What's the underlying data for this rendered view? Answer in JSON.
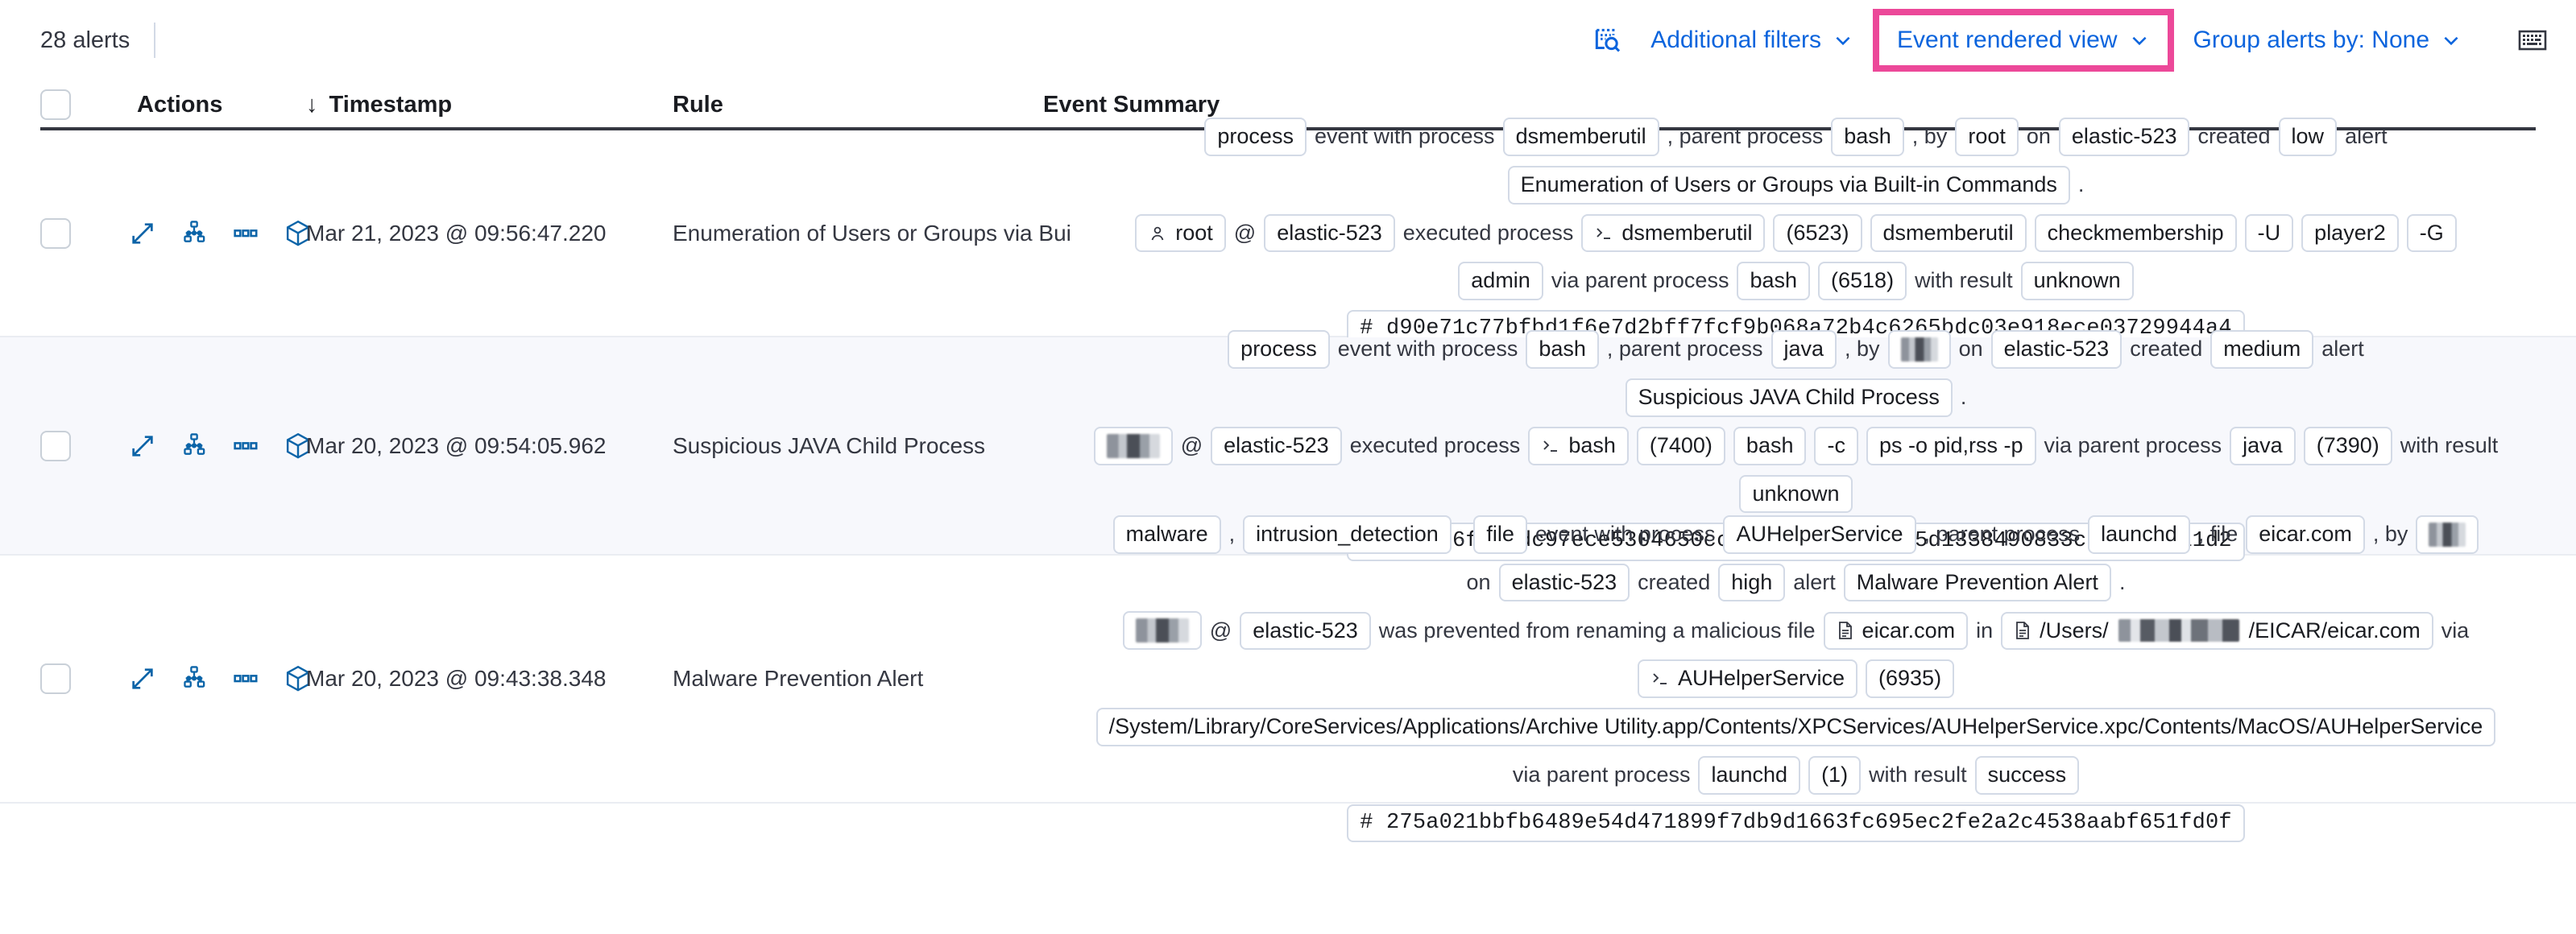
{
  "toolbar": {
    "alerts_count": "28 alerts",
    "additional_filters": "Additional filters",
    "event_rendered_view": "Event rendered view",
    "group_alerts_by": "Group alerts by: None",
    "highlight_color": "#ec4899",
    "link_color": "#0b64dd",
    "icons": {
      "filters": "filter-search-icon",
      "keyboard": "keyboard-shortcuts-icon",
      "chevron": "chevron-down-icon"
    }
  },
  "table": {
    "headers": {
      "actions": "Actions",
      "timestamp": "Timestamp",
      "rule": "Rule",
      "event_summary": "Event Summary",
      "sort_indicator": "↓"
    },
    "rows": [
      {
        "timestamp": "Mar 21, 2023 @ 09:56:47.220",
        "rule": "Enumeration of Users or Groups via Bui",
        "summary": [
          [
            {
              "t": "chip",
              "v": "process"
            },
            {
              "t": "txt",
              "v": "event with process"
            },
            {
              "t": "chip",
              "v": "dsmemberutil"
            },
            {
              "t": "txt",
              "v": ", parent process"
            },
            {
              "t": "chip",
              "v": "bash"
            },
            {
              "t": "txt",
              "v": ", by"
            },
            {
              "t": "chip",
              "v": "root"
            },
            {
              "t": "txt",
              "v": "on"
            },
            {
              "t": "chip",
              "v": "elastic-523"
            },
            {
              "t": "txt",
              "v": "created"
            },
            {
              "t": "chip",
              "v": "low"
            },
            {
              "t": "txt",
              "v": "alert"
            }
          ],
          [
            {
              "t": "chip",
              "v": "Enumeration of Users or Groups via Built-in Commands"
            },
            {
              "t": "txt",
              "v": "."
            }
          ],
          [
            {
              "t": "chip",
              "v": "root",
              "icon": "user-icon"
            },
            {
              "t": "txt",
              "v": "@"
            },
            {
              "t": "chip",
              "v": "elastic-523"
            },
            {
              "t": "txt",
              "v": "executed process"
            },
            {
              "t": "chip",
              "v": "dsmemberutil",
              "icon": "console-icon"
            },
            {
              "t": "chip",
              "v": "(6523)"
            },
            {
              "t": "chip",
              "v": "dsmemberutil"
            },
            {
              "t": "chip",
              "v": "checkmembership"
            },
            {
              "t": "chip",
              "v": "-U"
            },
            {
              "t": "chip",
              "v": "player2"
            },
            {
              "t": "chip",
              "v": "-G"
            }
          ],
          [
            {
              "t": "chip",
              "v": "admin"
            },
            {
              "t": "txt",
              "v": "via parent process"
            },
            {
              "t": "chip",
              "v": "bash"
            },
            {
              "t": "chip",
              "v": "(6518)"
            },
            {
              "t": "txt",
              "v": "with result"
            },
            {
              "t": "chip",
              "v": "unknown"
            }
          ],
          [
            {
              "t": "chip",
              "v": "# d90e71c77bfbd1f6e7d2bff7fcf9b068a72b4c6265bdc03e918ece03729944a4",
              "mono": true
            }
          ]
        ]
      },
      {
        "timestamp": "Mar 20, 2023 @ 09:54:05.962",
        "rule": "Suspicious JAVA Child Process",
        "summary": [
          [
            {
              "t": "chip",
              "v": "process"
            },
            {
              "t": "txt",
              "v": "event with process"
            },
            {
              "t": "chip",
              "v": "bash"
            },
            {
              "t": "txt",
              "v": ", parent process"
            },
            {
              "t": "chip",
              "v": "java"
            },
            {
              "t": "txt",
              "v": ", by"
            },
            {
              "t": "chip",
              "v": "",
              "redact": "w1"
            },
            {
              "t": "txt",
              "v": "on"
            },
            {
              "t": "chip",
              "v": "elastic-523"
            },
            {
              "t": "txt",
              "v": "created"
            },
            {
              "t": "chip",
              "v": "medium"
            },
            {
              "t": "txt",
              "v": "alert"
            }
          ],
          [
            {
              "t": "chip",
              "v": "Suspicious JAVA Child Process"
            },
            {
              "t": "txt",
              "v": "."
            }
          ],
          [
            {
              "t": "chip",
              "v": "",
              "redact": "w2"
            },
            {
              "t": "txt",
              "v": "@"
            },
            {
              "t": "chip",
              "v": "elastic-523"
            },
            {
              "t": "txt",
              "v": "executed process"
            },
            {
              "t": "chip",
              "v": "bash",
              "icon": "console-icon"
            },
            {
              "t": "chip",
              "v": "(7400)"
            },
            {
              "t": "chip",
              "v": "bash"
            },
            {
              "t": "chip",
              "v": "-c"
            },
            {
              "t": "chip",
              "v": "ps -o pid,rss -p"
            },
            {
              "t": "txt",
              "v": "via parent process"
            },
            {
              "t": "chip",
              "v": "java"
            },
            {
              "t": "chip",
              "v": "(7390)"
            },
            {
              "t": "txt",
              "v": "with result"
            }
          ],
          [
            {
              "t": "chip",
              "v": "unknown"
            }
          ],
          [
            {
              "t": "chip",
              "v": "# 34cf46f456dc97ece5304650cc0a833d9b3456b95d1338490833c018bfd2a1d2",
              "mono": true
            }
          ]
        ]
      },
      {
        "timestamp": "Mar 20, 2023 @ 09:43:38.348",
        "rule": "Malware Prevention Alert",
        "summary": [
          [
            {
              "t": "chip",
              "v": "malware"
            },
            {
              "t": "txt",
              "v": ","
            },
            {
              "t": "chip",
              "v": "intrusion_detection"
            },
            {
              "t": "txt",
              "v": ","
            },
            {
              "t": "chip",
              "v": "file"
            },
            {
              "t": "txt",
              "v": "event with process"
            },
            {
              "t": "chip",
              "v": "AUHelperService"
            },
            {
              "t": "txt",
              "v": ", parent process"
            },
            {
              "t": "chip",
              "v": "launchd"
            },
            {
              "t": "txt",
              "v": ", file"
            },
            {
              "t": "chip",
              "v": "eicar.com"
            },
            {
              "t": "txt",
              "v": ", by"
            },
            {
              "t": "chip",
              "v": "",
              "redact": "w1"
            }
          ],
          [
            {
              "t": "txt",
              "v": "on"
            },
            {
              "t": "chip",
              "v": "elastic-523"
            },
            {
              "t": "txt",
              "v": "created"
            },
            {
              "t": "chip",
              "v": "high"
            },
            {
              "t": "txt",
              "v": "alert"
            },
            {
              "t": "chip",
              "v": "Malware Prevention Alert"
            },
            {
              "t": "txt",
              "v": "."
            }
          ],
          [
            {
              "t": "chip",
              "v": "",
              "redact": "w2"
            },
            {
              "t": "txt",
              "v": "@"
            },
            {
              "t": "chip",
              "v": "elastic-523"
            },
            {
              "t": "txt",
              "v": "was prevented from renaming a malicious file"
            },
            {
              "t": "chip",
              "v": "eicar.com",
              "icon": "file-icon"
            },
            {
              "t": "txt",
              "v": "in"
            },
            {
              "t": "chip",
              "v": "/Users/",
              "suffix": "/EICAR/eicar.com",
              "icon": "file-icon",
              "redactpath": true
            },
            {
              "t": "txt",
              "v": "via"
            }
          ],
          [
            {
              "t": "chip",
              "v": "AUHelperService",
              "icon": "console-icon"
            },
            {
              "t": "chip",
              "v": "(6935)"
            }
          ],
          [
            {
              "t": "chip",
              "v": "/System/Library/CoreServices/Applications/Archive Utility.app/Contents/XPCServices/AUHelperService.xpc/Contents/MacOS/AUHelperService"
            }
          ],
          [
            {
              "t": "txt",
              "v": "via parent process"
            },
            {
              "t": "chip",
              "v": "launchd"
            },
            {
              "t": "chip",
              "v": "(1)"
            },
            {
              "t": "txt",
              "v": "with result"
            },
            {
              "t": "chip",
              "v": "success"
            }
          ],
          [
            {
              "t": "chip",
              "v": "# 275a021bbfb6489e54d471899f7db9d1663fc695ec2fe2a2c4538aabf651fd0f",
              "mono": true
            }
          ]
        ]
      }
    ],
    "row_actions": [
      "expand-icon",
      "analyzer-icon",
      "more-actions-icon",
      "session-view-icon"
    ]
  }
}
